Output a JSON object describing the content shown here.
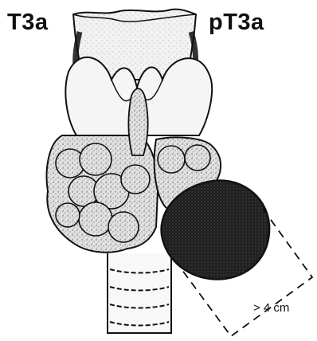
{
  "labels": {
    "left": "T3a",
    "right": "pT3a",
    "measurement": "> 4 cm"
  },
  "colors": {
    "ink": "#111111",
    "tumor": "#1a1a1a",
    "paper": "#ffffff"
  }
}
